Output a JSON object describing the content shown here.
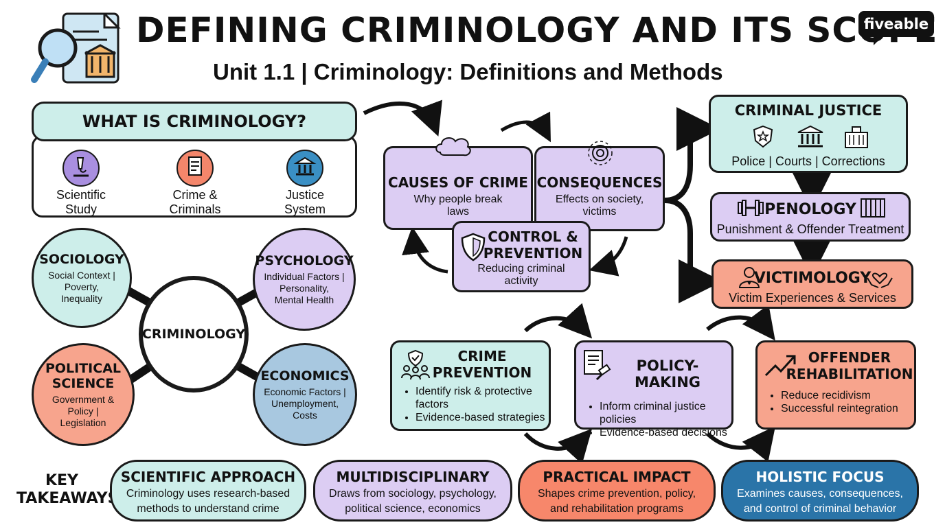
{
  "header": {
    "title": "DEFINING CRIMINOLOGY AND ITS SCOPE",
    "subtitle": "Unit 1.1 | Criminology: Definitions and Methods",
    "logo_text": "fiveable"
  },
  "what_is": {
    "title": "WHAT IS CRIMINOLOGY?",
    "items": [
      {
        "line1": "Scientific",
        "line2": "Study",
        "icon": "microscope-icon",
        "color": "#a98fe0"
      },
      {
        "line1": "Crime &",
        "line2": "Criminals",
        "icon": "document-icon",
        "color": "#f4866b"
      },
      {
        "line1": "Justice",
        "line2": "System",
        "icon": "courthouse-icon",
        "color": "#3a8fc4"
      }
    ]
  },
  "disciplines": {
    "center": "CRIMINOLOGY",
    "sociology": {
      "title": "SOCIOLOGY",
      "line1": "Social Context |",
      "line2": "Poverty,",
      "line3": "Inequality"
    },
    "psychology": {
      "title": "PSYCHOLOGY",
      "line1": "Individual Factors |",
      "line2": "Personality,",
      "line3": "Mental Health"
    },
    "political": {
      "title1": "POLITICAL",
      "title2": "SCIENCE",
      "line1": "Government &",
      "line2": "Policy |",
      "line3": "Legislation"
    },
    "economics": {
      "title": "ECONOMICS",
      "line1": "Economic Factors |",
      "line2": "Unemployment,",
      "line3": "Costs"
    }
  },
  "cycle": {
    "causes": {
      "title": "CAUSES OF CRIME",
      "line1": "Why people break",
      "line2": "laws"
    },
    "consequences": {
      "title": "CONSEQUENCES",
      "line1": "Effects on society,",
      "line2": "victims"
    },
    "control": {
      "title1": "CONTROL &",
      "title2": "PREVENTION",
      "line1": "Reducing criminal",
      "line2": "activity"
    }
  },
  "justice": {
    "criminal_justice": {
      "title": "CRIMINAL JUSTICE",
      "caption": "Police | Courts | Corrections"
    },
    "penology": {
      "title": "PENOLOGY",
      "caption": "Punishment & Offender Treatment"
    },
    "victimology": {
      "title": "VICTIMOLOGY",
      "caption": "Victim Experiences & Services"
    }
  },
  "applications": {
    "crime_prevention": {
      "title1": "CRIME",
      "title2": "PREVENTION",
      "b1a": "Identify risk & protective",
      "b1b": "factors",
      "b2": "Evidence-based strategies"
    },
    "policy": {
      "title": "POLICY-MAKING",
      "b1a": "Inform criminal justice",
      "b1b": "policies",
      "b2": "Evidence-based decisions"
    },
    "rehab": {
      "title1": "OFFENDER",
      "title2": "REHABILITATION",
      "b1": "Reduce recidivism",
      "b2": "Successful reintegration"
    }
  },
  "takeaways": {
    "label1": "KEY",
    "label2": "TAKEAWAYS",
    "items": [
      {
        "title": "SCIENTIFIC APPROACH",
        "line1": "Criminology uses research-based",
        "line2": "methods to understand crime",
        "color": "#cdeeea",
        "text": "#111"
      },
      {
        "title": "MULTIDISCIPLINARY",
        "line1": "Draws from sociology, psychology,",
        "line2": "political science, economics",
        "color": "#dccdf3",
        "text": "#111"
      },
      {
        "title": "PRACTICAL IMPACT",
        "line1": "Shapes crime prevention, policy,",
        "line2": "and rehabilitation programs",
        "color": "#f7876b",
        "text": "#111"
      },
      {
        "title": "HOLISTIC FOCUS",
        "line1": "Examines causes, consequences,",
        "line2": "and control of criminal behavior",
        "color": "#2a74a8",
        "text": "#ffffff"
      }
    ]
  },
  "colors": {
    "teal": "#cdeeea",
    "lavender": "#dccdf3",
    "coral": "#f7a48d",
    "blue": "#a8c8e0"
  }
}
